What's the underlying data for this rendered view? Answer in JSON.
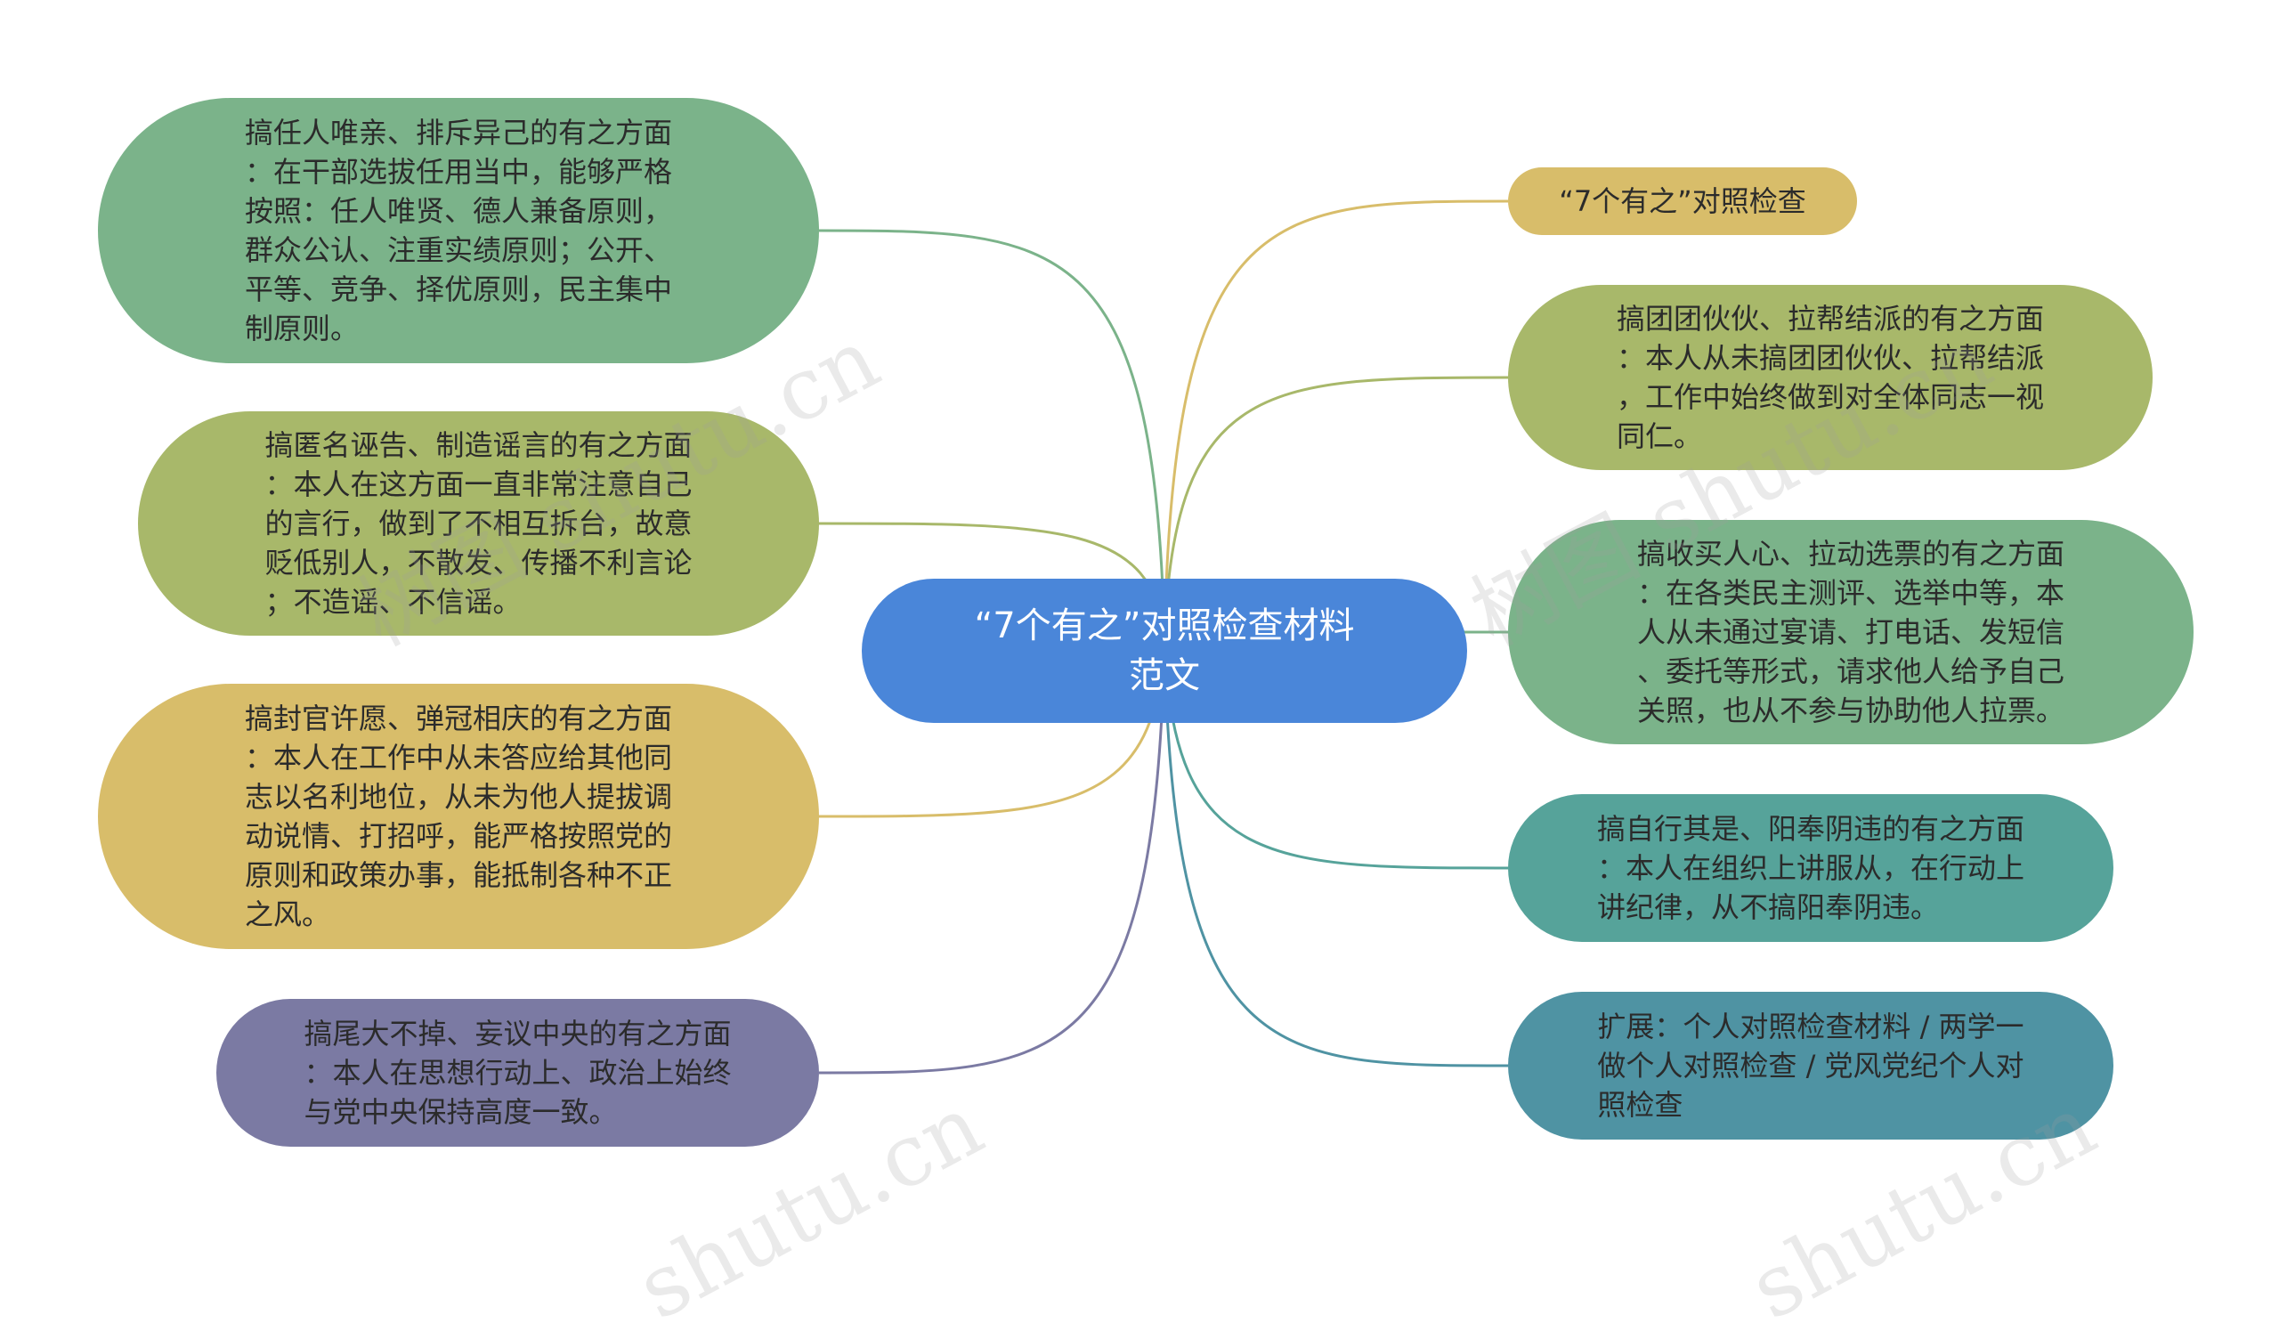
{
  "center": {
    "label": "“7个有之”对照检查材料\n范文",
    "color": "#4a86d9"
  },
  "left_nodes": [
    {
      "text": "搞任人唯亲、排斥异己的有之方面\n：在干部选拔任用当中，能够严格\n按照：任人唯贤、德人兼备原则，\n群众公认、注重实绩原则；公开、\n平等、竞争、择优原则，民主集中\n制原则。",
      "color": "#7bb38a",
      "line": "#7bb38a"
    },
    {
      "text": "搞匿名诬告、制造谣言的有之方面\n：本人在这方面一直非常注意自己\n的言行，做到了不相互拆台，故意\n贬低别人，不散发、传播不利言论\n；不造谣、不信谣。",
      "color": "#a8b86a",
      "line": "#a8b86a"
    },
    {
      "text": "搞封官许愿、弹冠相庆的有之方面\n：本人在工作中从未答应给其他同\n志以名利地位，从未为他人提拔调\n动说情、打招呼，能严格按照党的\n原则和政策办事，能抵制各种不正\n之风。",
      "color": "#d8bd6a",
      "line": "#d8bd6a"
    },
    {
      "text": "搞尾大不掉、妄议中央的有之方面\n：本人在思想行动上、政治上始终\n与党中央保持高度一致。",
      "color": "#7b7aa3",
      "line": "#7b7aa3"
    }
  ],
  "right_nodes": [
    {
      "text": "“7个有之”对照检查",
      "color": "#d8bd6a",
      "line": "#d8bd6a"
    },
    {
      "text": "搞团团伙伙、拉帮结派的有之方面\n：本人从未搞团团伙伙、拉帮结派\n，工作中始终做到对全体同志一视\n同仁。",
      "color": "#a8b86a",
      "line": "#a8b86a"
    },
    {
      "text": "搞收买人心、拉动选票的有之方面\n：在各类民主测评、选举中等，本\n人从未通过宴请、打电话、发短信\n、委托等形式，请求他人给予自己\n关照，也从不参与协助他人拉票。",
      "color": "#7bb38a",
      "line": "#7bb38a"
    },
    {
      "text": "搞自行其是、阳奉阴违的有之方面\n：本人在组织上讲服从，在行动上\n讲纪律，从不搞阳奉阴违。",
      "color": "#56a39a",
      "line": "#56a39a"
    },
    {
      "text": "扩展：个人对照检查材料 / 两学一\n做个人对照检查 / 党风党纪个人对\n照检查",
      "color": "#4f93a3",
      "line": "#4f93a3"
    }
  ],
  "watermarks": [
    "树图 shutu.cn",
    "树图 shutu.cn",
    "shutu.cn",
    "shutu.cn"
  ]
}
